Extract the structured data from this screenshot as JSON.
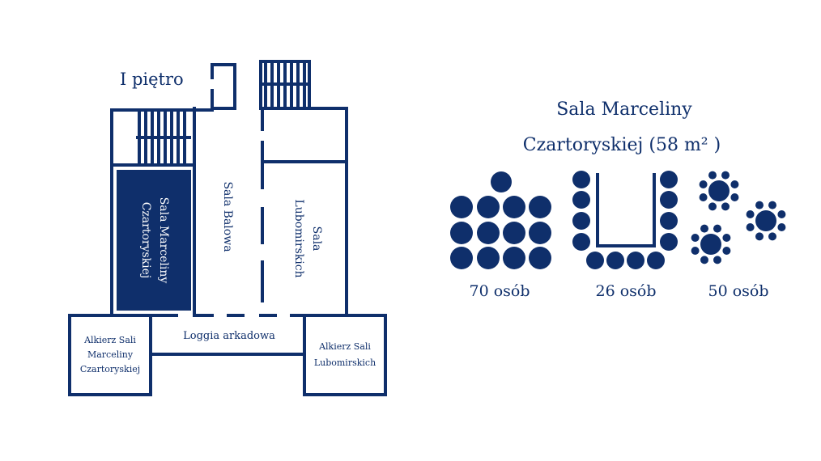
{
  "floor_label": "I piętro",
  "rooms": {
    "highlighted": {
      "line1": "Sala Marceliny",
      "line2": "Czartoryskiej"
    },
    "ballroom": "Sala Balowa",
    "lubomirski": {
      "line1": "Sala",
      "line2": "Lubomirskich"
    },
    "loggia": "Loggia arkadowa",
    "alcove_left": {
      "line1": "Alkierz Sali",
      "line2": "Marceliny",
      "line3": "Czartoryskiej"
    },
    "alcove_right": {
      "line1": "Alkierz Sali",
      "line2": "Lubomirskich"
    }
  },
  "info": {
    "title_line1": "Sala Marceliny",
    "title_line2": "Czartoryskiej (58 m² )"
  },
  "layouts": [
    {
      "type": "theatre",
      "capacity": "70 osób"
    },
    {
      "type": "u-shape",
      "capacity": "26 osób"
    },
    {
      "type": "banquet",
      "capacity": "50 osób"
    }
  ],
  "colors": {
    "primary": "#0f2f6b",
    "background": "#ffffff",
    "highlight_text": "#ffffff"
  }
}
